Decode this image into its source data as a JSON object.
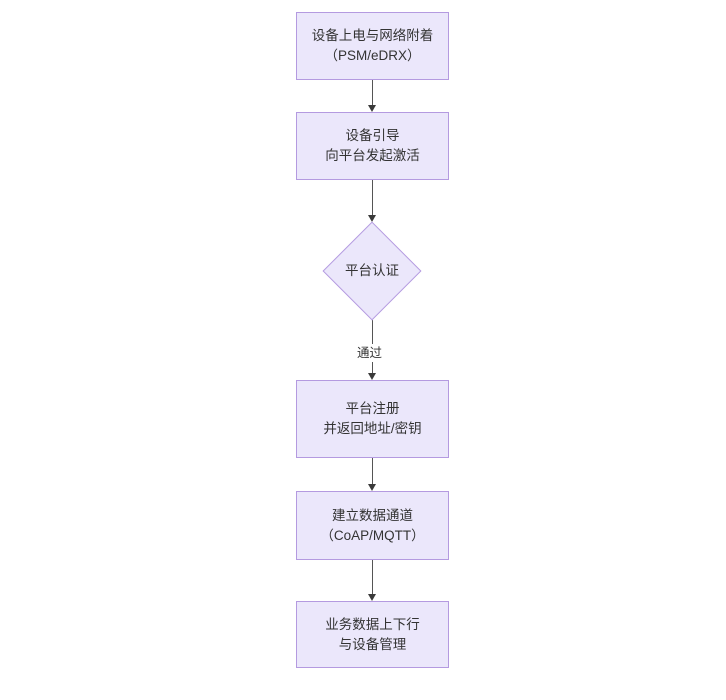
{
  "diagram": {
    "type": "flowchart",
    "orientation": "top-to-bottom",
    "background_color": "#ffffff",
    "node_fill_color": "#ebe7fb",
    "node_border_color": "#b49ae0",
    "text_color": "#333333",
    "edge_color": "#555555",
    "nodes": [
      {
        "id": "n1",
        "shape": "rectangle",
        "lines": [
          "设备上电与网络附着",
          "（PSM/eDRX）"
        ]
      },
      {
        "id": "n2",
        "shape": "rectangle",
        "lines": [
          "设备引导",
          "向平台发起激活"
        ]
      },
      {
        "id": "n3",
        "shape": "diamond",
        "lines": [
          "平台认证"
        ]
      },
      {
        "id": "n4",
        "shape": "rectangle",
        "lines": [
          "平台注册",
          "并返回地址/密钥"
        ]
      },
      {
        "id": "n5",
        "shape": "rectangle",
        "lines": [
          "建立数据通道",
          "（CoAP/MQTT）"
        ]
      },
      {
        "id": "n6",
        "shape": "rectangle",
        "lines": [
          "业务数据上下行",
          "与设备管理"
        ]
      }
    ],
    "edges": [
      {
        "id": "e1",
        "from": "n1",
        "to": "n2",
        "label": ""
      },
      {
        "id": "e2",
        "from": "n2",
        "to": "n3",
        "label": ""
      },
      {
        "id": "e3",
        "from": "n3",
        "to": "n4",
        "label": "通过"
      },
      {
        "id": "e4",
        "from": "n4",
        "to": "n5",
        "label": ""
      },
      {
        "id": "e5",
        "from": "n5",
        "to": "n6",
        "label": ""
      }
    ]
  }
}
